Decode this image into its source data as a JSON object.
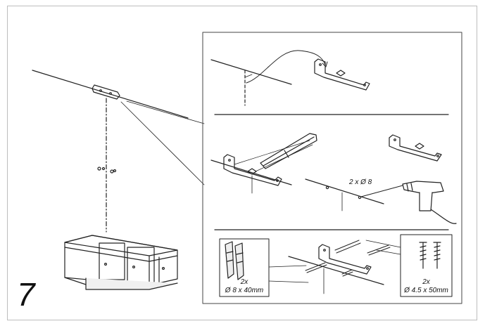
{
  "step": {
    "number": "7"
  },
  "labels": {
    "drill_bit": "2 x Ø 8",
    "plugs_qty": "2x",
    "plugs_size": "Ø 8 x 40mm",
    "screws_qty": "2x",
    "screws_size": "Ø 4.5 x 50mm"
  }
}
